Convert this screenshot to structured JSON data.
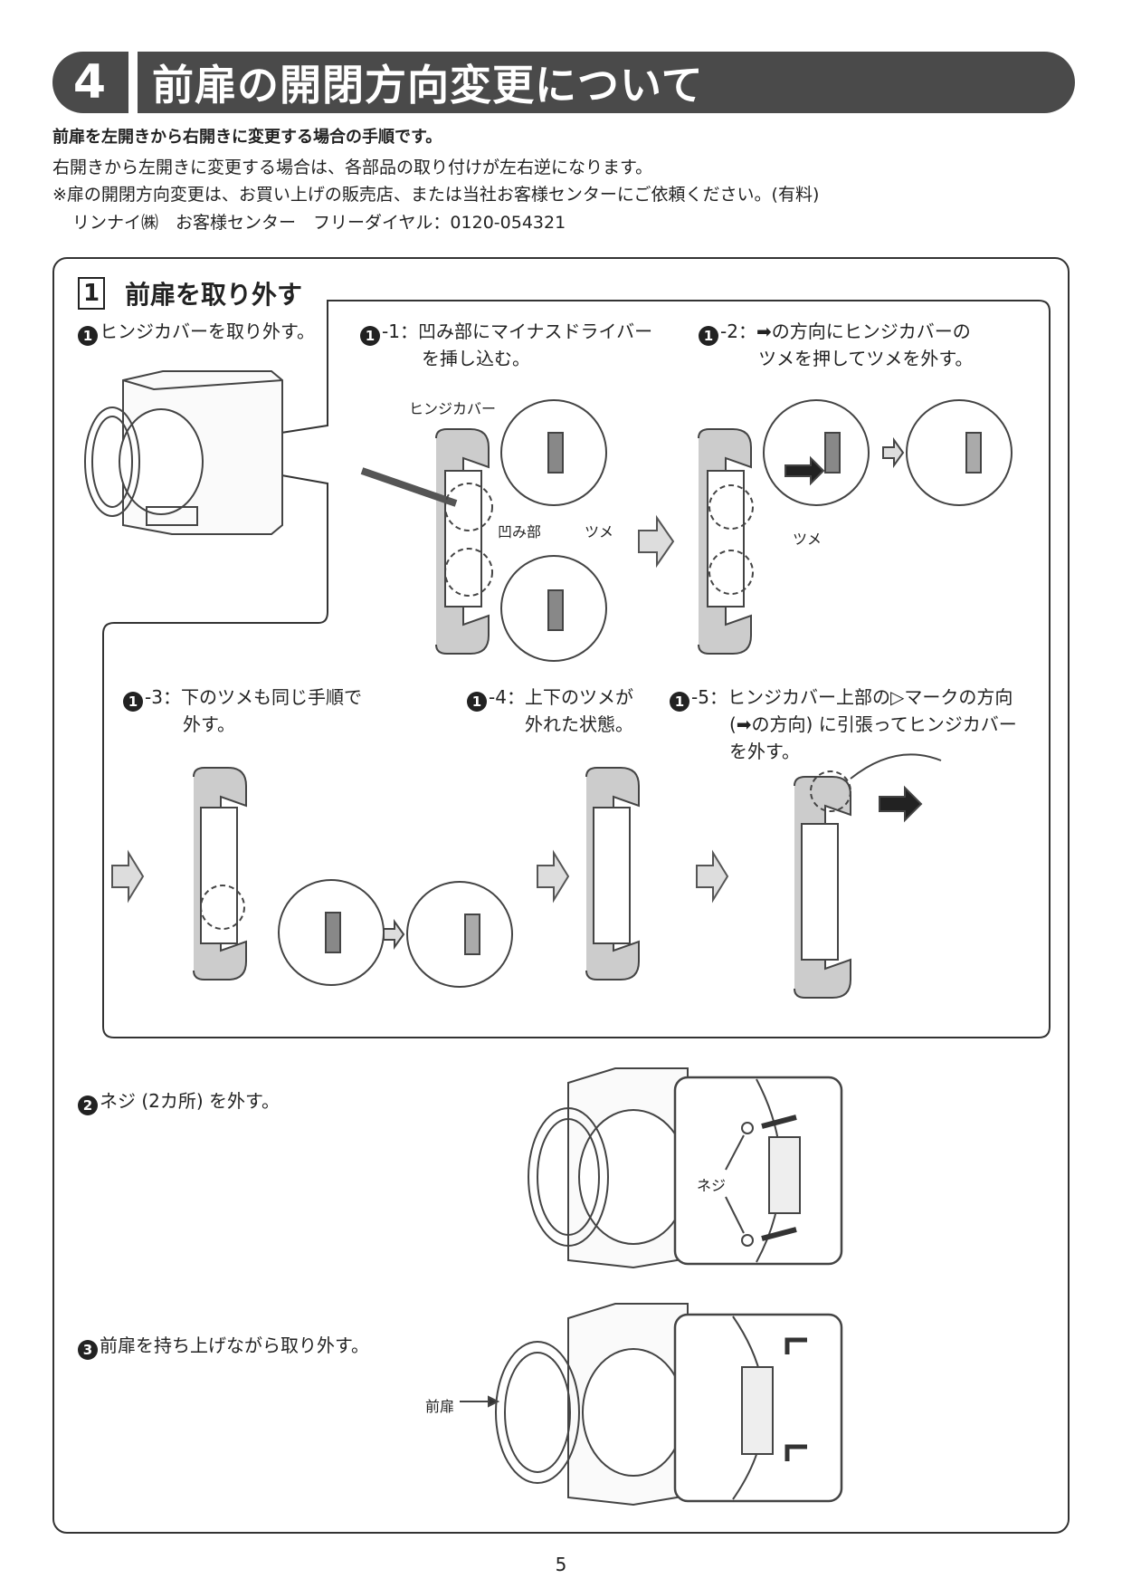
{
  "header": {
    "number": "4",
    "title": "前扉の開閉方向変更について"
  },
  "intro": {
    "line1": "前扉を左開きから右開きに変更する場合の手順です。",
    "line2": "右開きから左開きに変更する場合は、各部品の取り付けが左右逆になります。",
    "line3": "※扉の開閉方向変更は、お買い上げの販売店、または当社お客様センターにご依頼ください。(有料)",
    "line4": "リンナイ㈱　お客様センター　フリーダイヤル：0120-054321"
  },
  "step1": {
    "num": "1",
    "title": "前扉を取り外す",
    "s1": {
      "bullet": "1",
      "text": "ヒンジカバーを取り外す。"
    },
    "s1_1": {
      "bullet": "1",
      "line1": "-1：凹み部にマイナスドライバー",
      "line2": "を挿し込む。"
    },
    "s1_2": {
      "bullet": "1",
      "line1": "-2：➡の方向にヒンジカバーの",
      "line2": "ツメを押してツメを外す。"
    },
    "s1_3": {
      "bullet": "1",
      "line1": "-3：下のツメも同じ手順で",
      "line2": "外す。"
    },
    "s1_4": {
      "bullet": "1",
      "line1": "-4：上下のツメが",
      "line2": "外れた状態。"
    },
    "s1_5": {
      "bullet": "1",
      "line1": "-5：ヒンジカバー上部の▷マークの方向",
      "line2": "(➡の方向) に引張ってヒンジカバー",
      "line3": "を外す。"
    },
    "labels": {
      "hinge_cover": "ヒンジカバー",
      "recess": "凹み部",
      "tab": "ツメ",
      "tab2": "ツメ"
    }
  },
  "step2": {
    "bullet": "2",
    "text": "ネジ (2カ所) を外す。",
    "label_screw": "ネジ"
  },
  "step3": {
    "bullet": "3",
    "text": "前扉を持ち上げながら取り外す。",
    "label_door": "前扉"
  },
  "page": {
    "number": "5"
  }
}
